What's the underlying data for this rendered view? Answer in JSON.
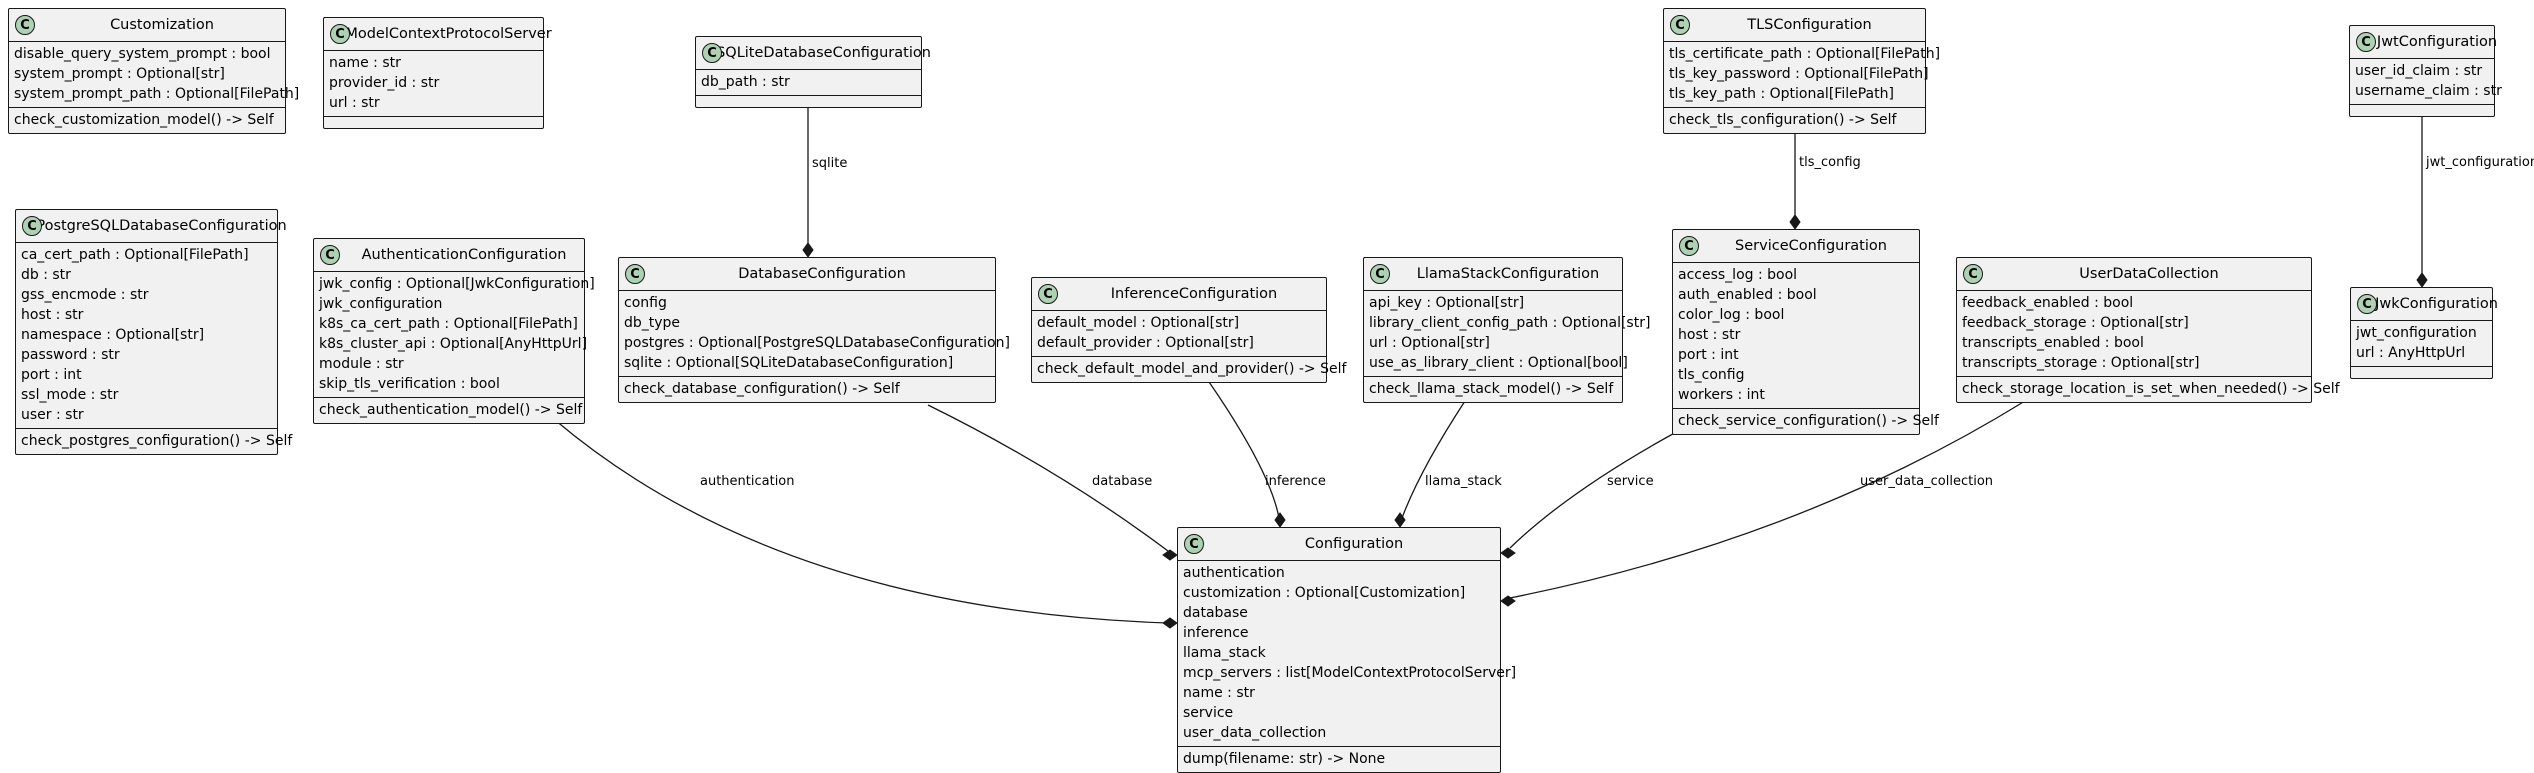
{
  "classes": {
    "customization": {
      "name": "Customization",
      "fields": [
        "disable_query_system_prompt : bool",
        "system_prompt : Optional[str]",
        "system_prompt_path : Optional[FilePath]"
      ],
      "methods": [
        "check_customization_model() -> Self"
      ]
    },
    "mcp_server": {
      "name": "ModelContextProtocolServer",
      "fields": [
        "name : str",
        "provider_id : str",
        "url : str"
      ],
      "methods": []
    },
    "sqlite": {
      "name": "SQLiteDatabaseConfiguration",
      "fields": [
        "db_path : str"
      ],
      "methods": []
    },
    "tls": {
      "name": "TLSConfiguration",
      "fields": [
        "tls_certificate_path : Optional[FilePath]",
        "tls_key_password : Optional[FilePath]",
        "tls_key_path : Optional[FilePath]"
      ],
      "methods": [
        "check_tls_configuration() -> Self"
      ]
    },
    "jwt": {
      "name": "JwtConfiguration",
      "fields": [
        "user_id_claim : str",
        "username_claim : str"
      ],
      "methods": []
    },
    "postgres": {
      "name": "PostgreSQLDatabaseConfiguration",
      "fields": [
        "ca_cert_path : Optional[FilePath]",
        "db : str",
        "gss_encmode : str",
        "host : str",
        "namespace : Optional[str]",
        "password : str",
        "port : int",
        "ssl_mode : str",
        "user : str"
      ],
      "methods": [
        "check_postgres_configuration() -> Self"
      ]
    },
    "auth": {
      "name": "AuthenticationConfiguration",
      "fields": [
        "jwk_config : Optional[JwkConfiguration]",
        "jwk_configuration",
        "k8s_ca_cert_path : Optional[FilePath]",
        "k8s_cluster_api : Optional[AnyHttpUrl]",
        "module : str",
        "skip_tls_verification : bool"
      ],
      "methods": [
        "check_authentication_model() -> Self"
      ]
    },
    "database": {
      "name": "DatabaseConfiguration",
      "fields": [
        "config",
        "db_type",
        "postgres : Optional[PostgreSQLDatabaseConfiguration]",
        "sqlite : Optional[SQLiteDatabaseConfiguration]"
      ],
      "methods": [
        "check_database_configuration() -> Self"
      ]
    },
    "inference": {
      "name": "InferenceConfiguration",
      "fields": [
        "default_model : Optional[str]",
        "default_provider : Optional[str]"
      ],
      "methods": [
        "check_default_model_and_provider() -> Self"
      ]
    },
    "llama": {
      "name": "LlamaStackConfiguration",
      "fields": [
        "api_key : Optional[str]",
        "library_client_config_path : Optional[str]",
        "url : Optional[str]",
        "use_as_library_client : Optional[bool]"
      ],
      "methods": [
        "check_llama_stack_model() -> Self"
      ]
    },
    "service": {
      "name": "ServiceConfiguration",
      "fields": [
        "access_log : bool",
        "auth_enabled : bool",
        "color_log : bool",
        "host : str",
        "port : int",
        "tls_config",
        "workers : int"
      ],
      "methods": [
        "check_service_configuration() -> Self"
      ]
    },
    "userdata": {
      "name": "UserDataCollection",
      "fields": [
        "feedback_enabled : bool",
        "feedback_storage : Optional[str]",
        "transcripts_enabled : bool",
        "transcripts_storage : Optional[str]"
      ],
      "methods": [
        "check_storage_location_is_set_when_needed() -> Self"
      ]
    },
    "jwk": {
      "name": "JwkConfiguration",
      "fields": [
        "jwt_configuration",
        "url : AnyHttpUrl"
      ],
      "methods": []
    },
    "config": {
      "name": "Configuration",
      "fields": [
        "authentication",
        "customization : Optional[Customization]",
        "database",
        "inference",
        "llama_stack",
        "mcp_servers : list[ModelContextProtocolServer]",
        "name : str",
        "service",
        "user_data_collection"
      ],
      "methods": [
        "dump(filename: str) -> None"
      ]
    }
  },
  "class_spot_letter": "C",
  "edges": [
    {
      "id": "sqlite",
      "label": "sqlite"
    },
    {
      "id": "tls",
      "label": "tls_config"
    },
    {
      "id": "jwt",
      "label": "jwt_configuration"
    },
    {
      "id": "authentication",
      "label": "authentication"
    },
    {
      "id": "database",
      "label": "database"
    },
    {
      "id": "inference",
      "label": "inference"
    },
    {
      "id": "llama",
      "label": "llama_stack"
    },
    {
      "id": "service",
      "label": "service"
    },
    {
      "id": "userdata",
      "label": "user_data_collection"
    }
  ],
  "colors": {
    "class_fill": "#f1f1f1",
    "spot_fill": "#add1b2",
    "line": "#181818"
  }
}
